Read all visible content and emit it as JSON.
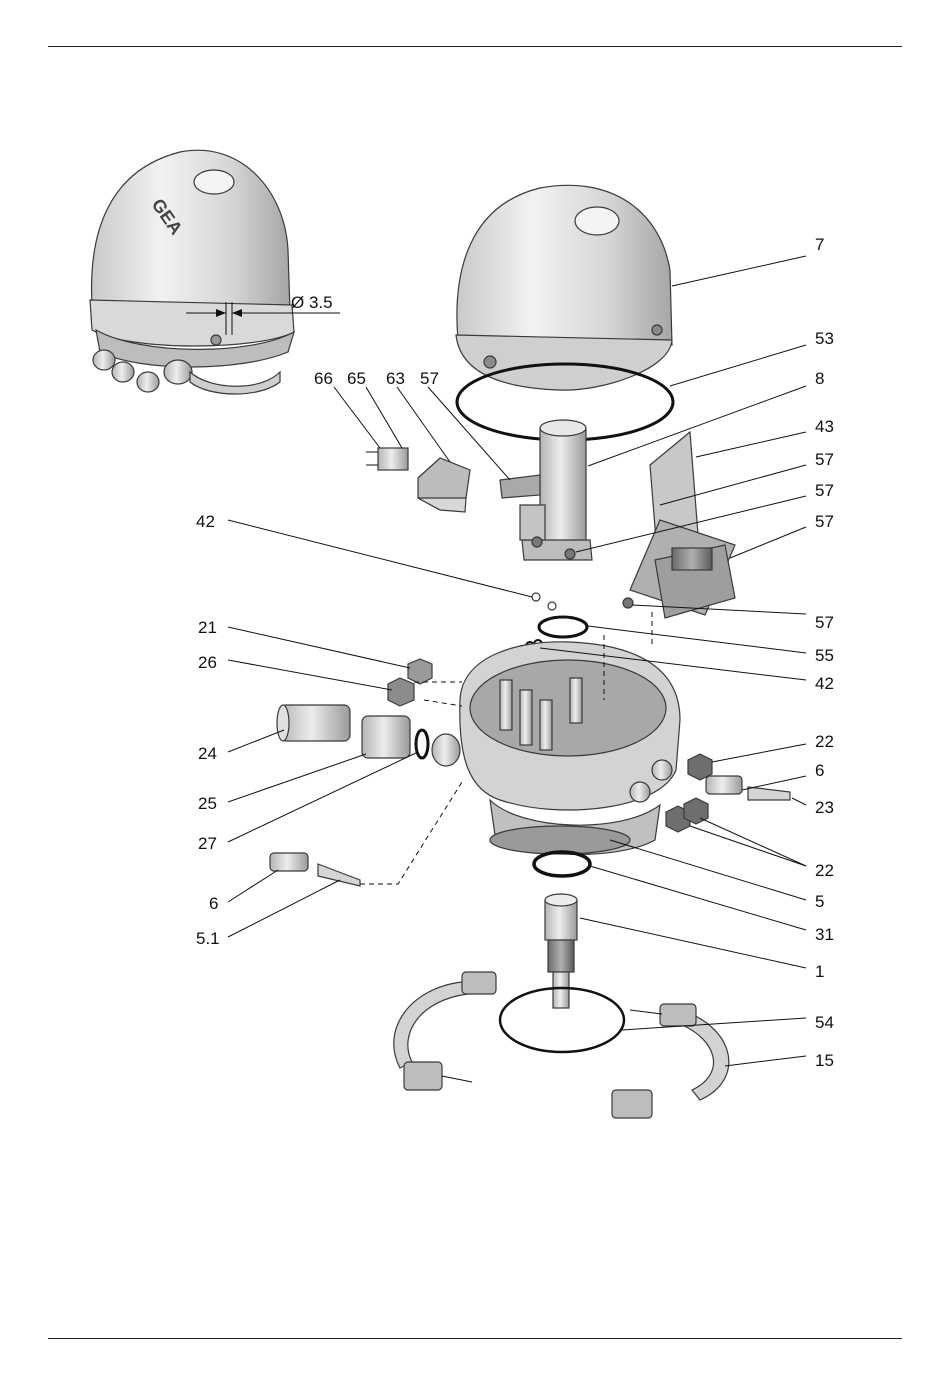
{
  "dimension_label": "Ø 3.5",
  "logo_text": "GEA",
  "callouts": {
    "c7": "7",
    "c53": "53",
    "c8": "8",
    "c43": "43",
    "c57a": "57",
    "c57b": "57",
    "c57c": "57",
    "c57d": "57",
    "c55": "55",
    "c42a": "42",
    "c22a": "22",
    "c6a": "6",
    "c23": "23",
    "c22b": "22",
    "c5": "5",
    "c31": "31",
    "c1": "1",
    "c54": "54",
    "c15": "15",
    "c66": "66",
    "c65": "65",
    "c63": "63",
    "c57e": "57",
    "c42b": "42",
    "c21": "21",
    "c26": "26",
    "c24": "24",
    "c25": "25",
    "c27": "27",
    "c6b": "6",
    "c51": "5.1"
  }
}
